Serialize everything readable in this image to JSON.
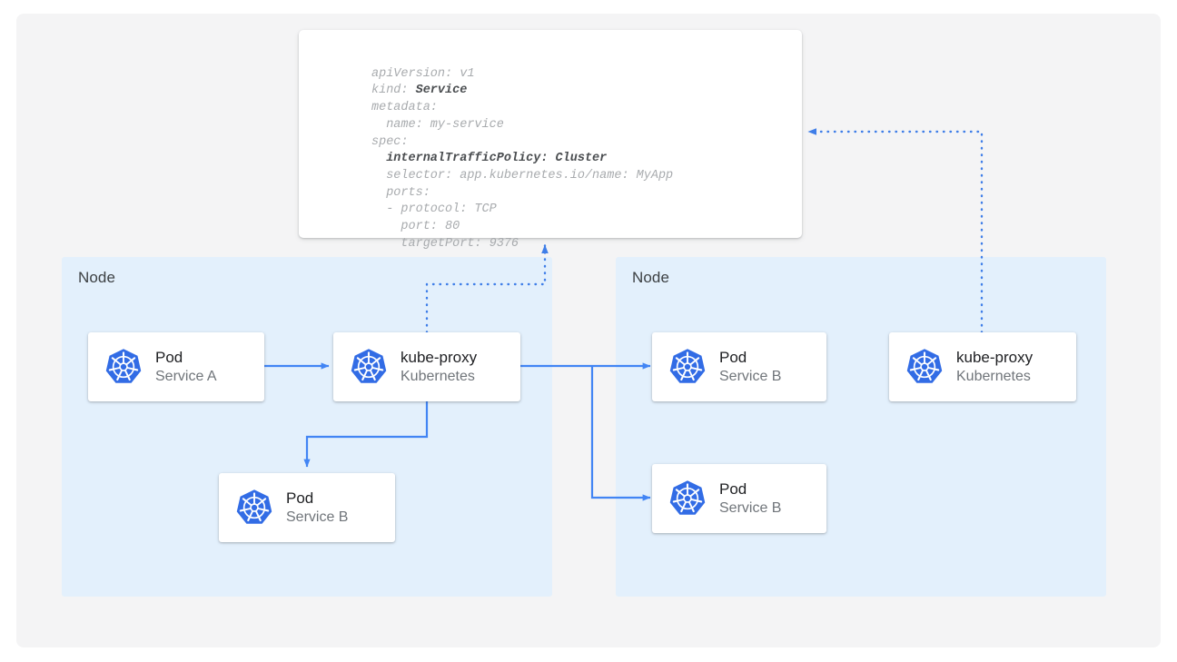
{
  "diagram": {
    "title": "Kubernetes Service internalTrafficPolicy Cluster diagram",
    "colors": {
      "canvas_bg": "#f4f4f5",
      "node_bg": "#e3f0fc",
      "card_bg": "#ffffff",
      "arrow_blue": "#4285f4",
      "dotted_blue": "#3f7ee8",
      "k8s_blue": "#326ce5",
      "text_primary": "#202124",
      "text_secondary": "#70757a",
      "yaml_text": "#a8abae",
      "yaml_bold": "#4a4d50"
    }
  },
  "yaml": {
    "lines": [
      {
        "text": "apiVersion: v1",
        "bold": false
      },
      {
        "text": "kind: ",
        "bold_suffix": "Service"
      },
      {
        "text": "metadata:",
        "bold": false
      },
      {
        "text": "  name: my-service",
        "bold": false
      },
      {
        "text": "spec:",
        "bold": false
      },
      {
        "text": "  internalTrafficPolicy: Cluster",
        "all_bold": true
      },
      {
        "text": "  selector: app.kubernetes.io/name: MyApp",
        "bold": false
      },
      {
        "text": "  ports:",
        "bold": false
      },
      {
        "text": "  - protocol: TCP",
        "bold": false
      },
      {
        "text": "    port: 80",
        "bold": false
      },
      {
        "text": "    targetPort: 9376",
        "bold": false
      }
    ],
    "plain": {
      "l1": "apiVersion: v1",
      "l2_prefix": "kind: ",
      "l2_bold": "Service",
      "l3": "metadata:",
      "l4": "  name: my-service",
      "l5": "spec:",
      "l6_bold": "  internalTrafficPolicy: Cluster",
      "l7": "  selector: app.kubernetes.io/name: MyApp",
      "l8": "  ports:",
      "l9": "  - protocol: TCP",
      "l10": "    port: 80",
      "l11": "    targetPort: 9376"
    }
  },
  "nodes": [
    {
      "label": "Node"
    },
    {
      "label": "Node"
    }
  ],
  "cards": {
    "pod_service_a": {
      "title": "Pod",
      "sub": "Service A"
    },
    "kube_proxy_left": {
      "title": "kube-proxy",
      "sub": "Kubernetes"
    },
    "pod_service_b_left": {
      "title": "Pod",
      "sub": "Service B"
    },
    "pod_service_b_right_top": {
      "title": "Pod",
      "sub": "Service B"
    },
    "pod_service_b_right_bottom": {
      "title": "Pod",
      "sub": "Service B"
    },
    "kube_proxy_right": {
      "title": "kube-proxy",
      "sub": "Kubernetes"
    }
  },
  "icons": {
    "k8s": "kubernetes-logo-icon"
  }
}
